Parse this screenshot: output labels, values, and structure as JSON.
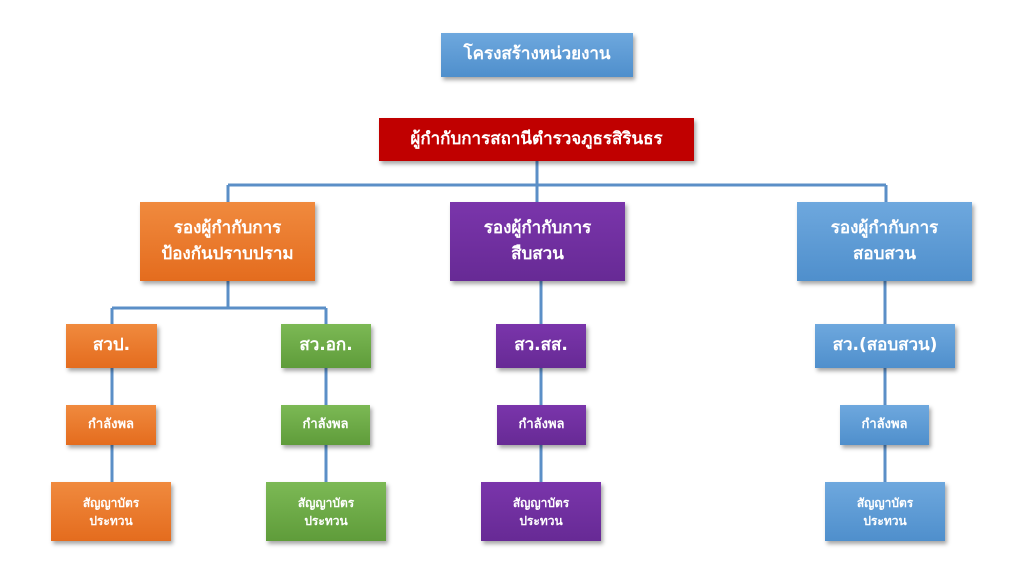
{
  "title": "โครงสร้างหน่วยงาน",
  "head": "ผู้กำกับการสถานีตำรวจภูธรสิรินธร",
  "deputies": [
    {
      "line1": "รองผู้กำกับการ",
      "line2": "ป้องกันปราบปราม"
    },
    {
      "line1": "รองผู้กำกับการ",
      "line2": "สืบสวน"
    },
    {
      "line1": "รองผู้กำกับการ",
      "line2": "สอบสวน"
    }
  ],
  "units": [
    {
      "name": "สวป.",
      "staff": "กำลังพล",
      "card1": "สัญญาบัตร",
      "card2": "ประทวน"
    },
    {
      "name": "สว.อก.",
      "staff": "กำลังพล",
      "card1": "สัญญาบัตร",
      "card2": "ประทวน"
    },
    {
      "name": "สว.สส.",
      "staff": "กำลังพล",
      "card1": "สัญญาบัตร",
      "card2": "ประทวน"
    },
    {
      "name": "สว.(สอบสวน)",
      "staff": "กำลังพล",
      "card1": "สัญญาบัตร",
      "card2": "ประทวน"
    }
  ],
  "colors": {
    "line": "#5b8fc7",
    "red": "#c00000",
    "orange": "#ed7d31",
    "green": "#70ad47",
    "purple": "#7030a0",
    "blue": "#5b9bd5"
  }
}
